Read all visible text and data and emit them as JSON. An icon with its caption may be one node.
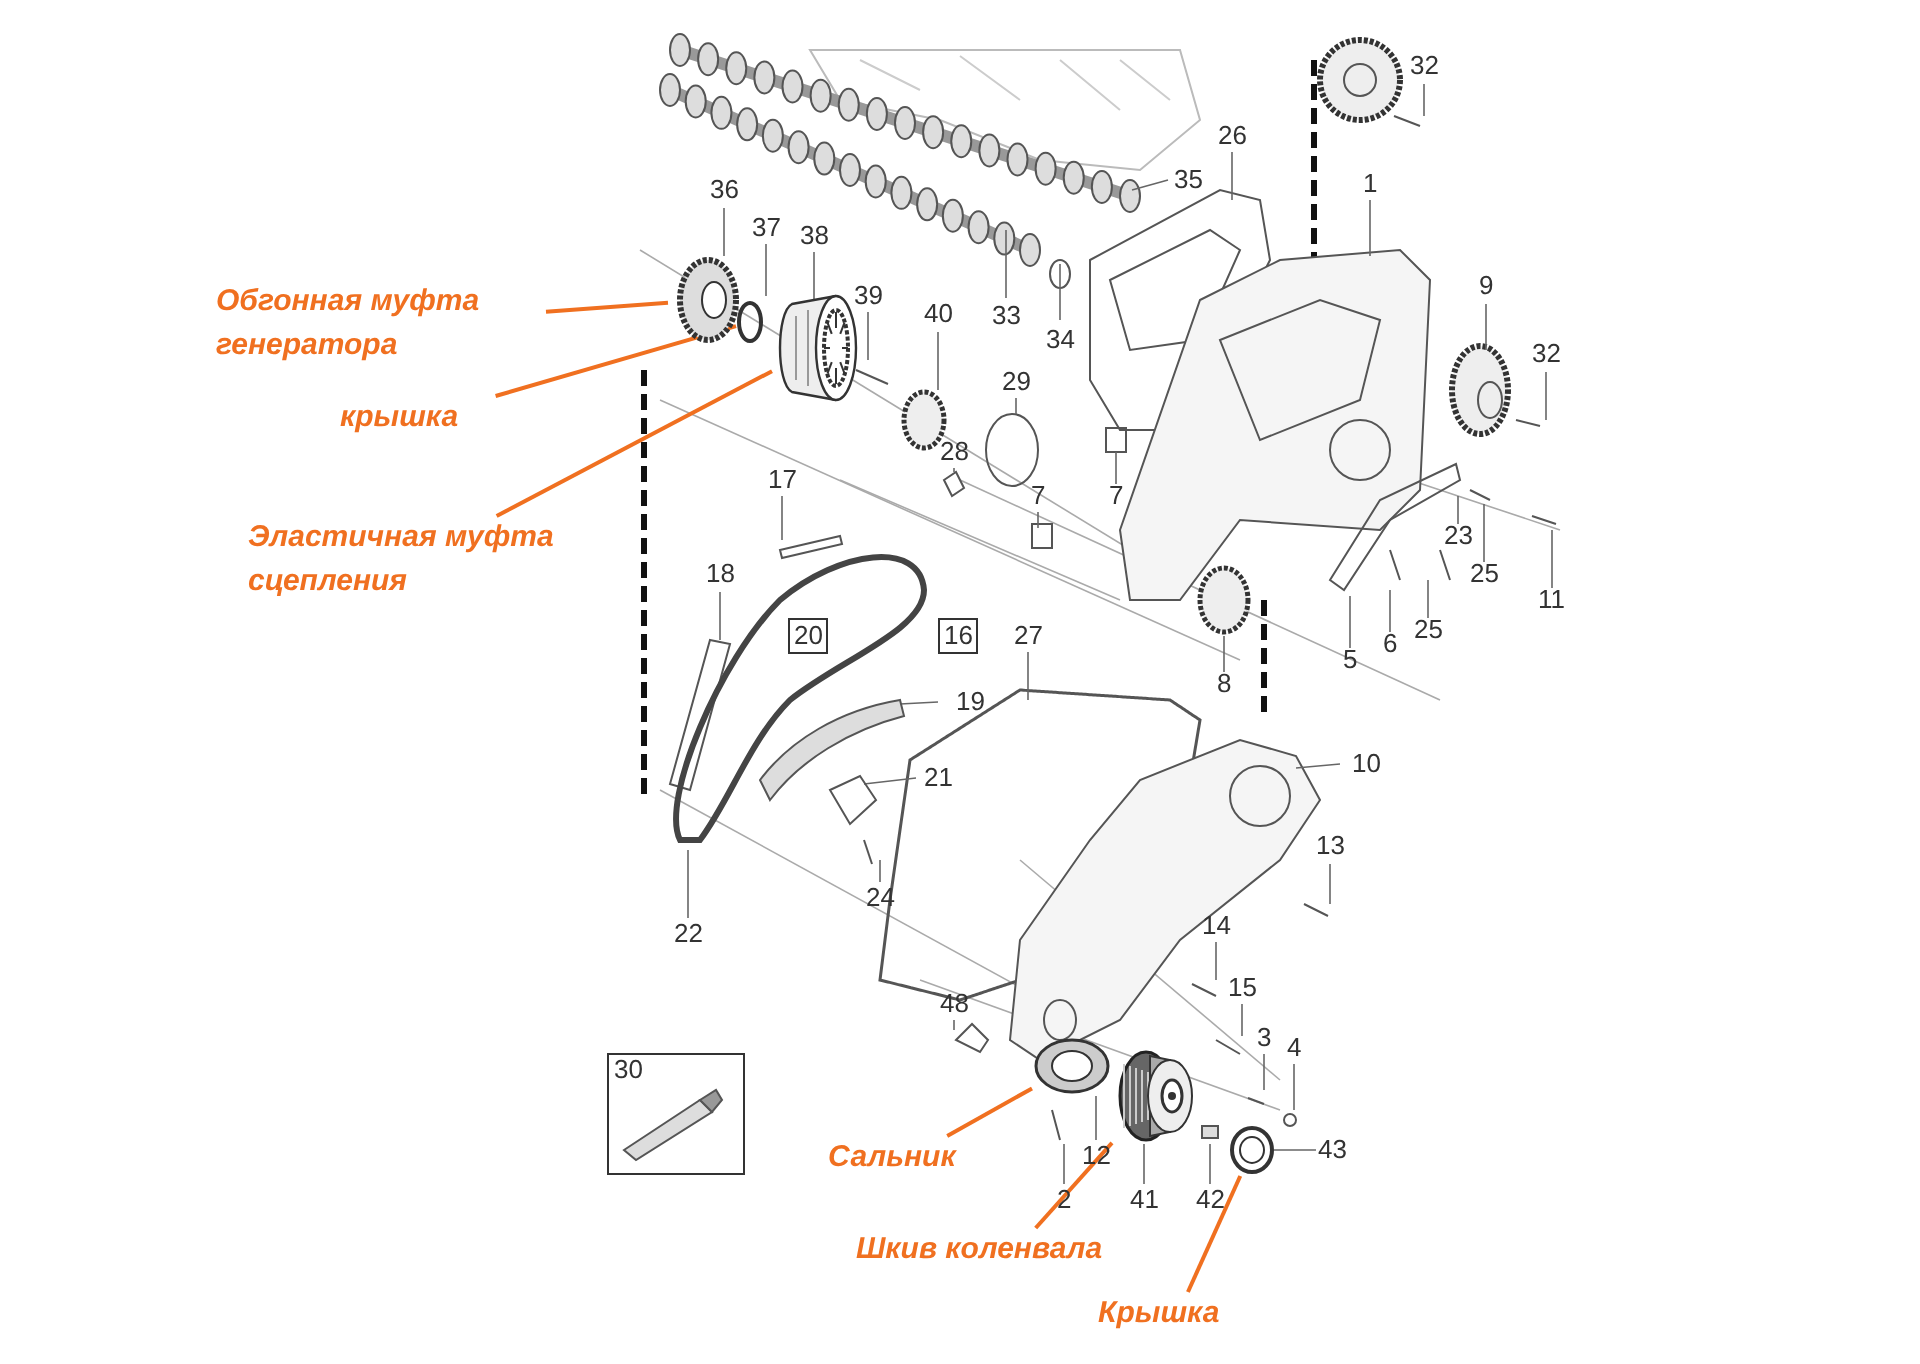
{
  "diagram": {
    "nodes": [
      {
        "text": [
          "Обгонная муфта генератора"
        ]
      },
      {
        "text": [],
        "shape": "picture"
      },
      {
        "text": [
          "крышка"
        ]
      },
      {
        "text": [],
        "shape": "circle"
      },
      {
        "text": [
          "Эластичная муфта сцепления"
        ]
      },
      {
        "text": [],
        "shape": "picture"
      },
      {
        "text": [
          "Сальник"
        ]
      },
      {
        "text": [],
        "shape": "picture"
      },
      {
        "text": [
          "Шкив коленвала"
        ]
      },
      {
        "text": [],
        "shape": "picture"
      },
      {
        "text": [
          "Крышка"
        ]
      },
      {
        "text": [],
        "shape": "picture"
      }
    ],
    "edges": [
      {
        "from": 0,
        "to": 1,
        "arrow": "none"
      },
      {
        "from": 2,
        "to": 3,
        "arrow": "none"
      },
      {
        "from": 4,
        "to": 5,
        "arrow": "none"
      },
      {
        "from": 6,
        "to": 7,
        "arrow": "none"
      },
      {
        "from": 8,
        "to": 9,
        "arrow": "none"
      },
      {
        "from": 10,
        "to": 11,
        "arrow": "none"
      }
    ],
    "labels": [
      "32",
      "26",
      "36",
      "35",
      "1",
      "37",
      "38",
      "39",
      "40",
      "33",
      "34",
      "9",
      "32",
      "29",
      "28",
      "7",
      "7",
      "17",
      "23",
      "25",
      "11",
      "6",
      "25",
      "18",
      "20",
      "16",
      "27",
      "5",
      "8",
      "19",
      "10",
      "21",
      "13",
      "24",
      "22",
      "14",
      "15",
      "48",
      "3",
      "4",
      "30",
      "12",
      "43",
      "2",
      "41",
      "42"
    ]
  }
}
